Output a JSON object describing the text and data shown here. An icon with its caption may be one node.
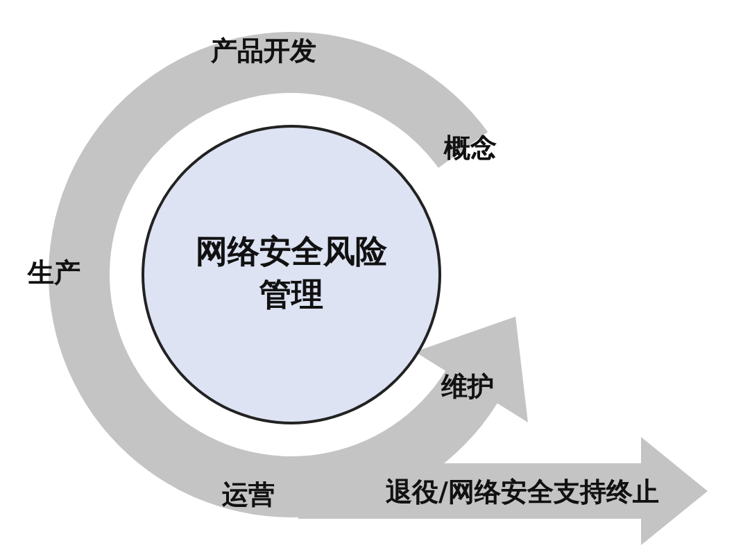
{
  "diagram": {
    "nodes": [
      {
        "text": [
          "网络安全风险管理"
        ]
      }
    ],
    "labels": [
      "产品开发",
      "概念",
      "生产",
      "维护",
      "运营",
      "退役/网络安全支持终止"
    ]
  }
}
